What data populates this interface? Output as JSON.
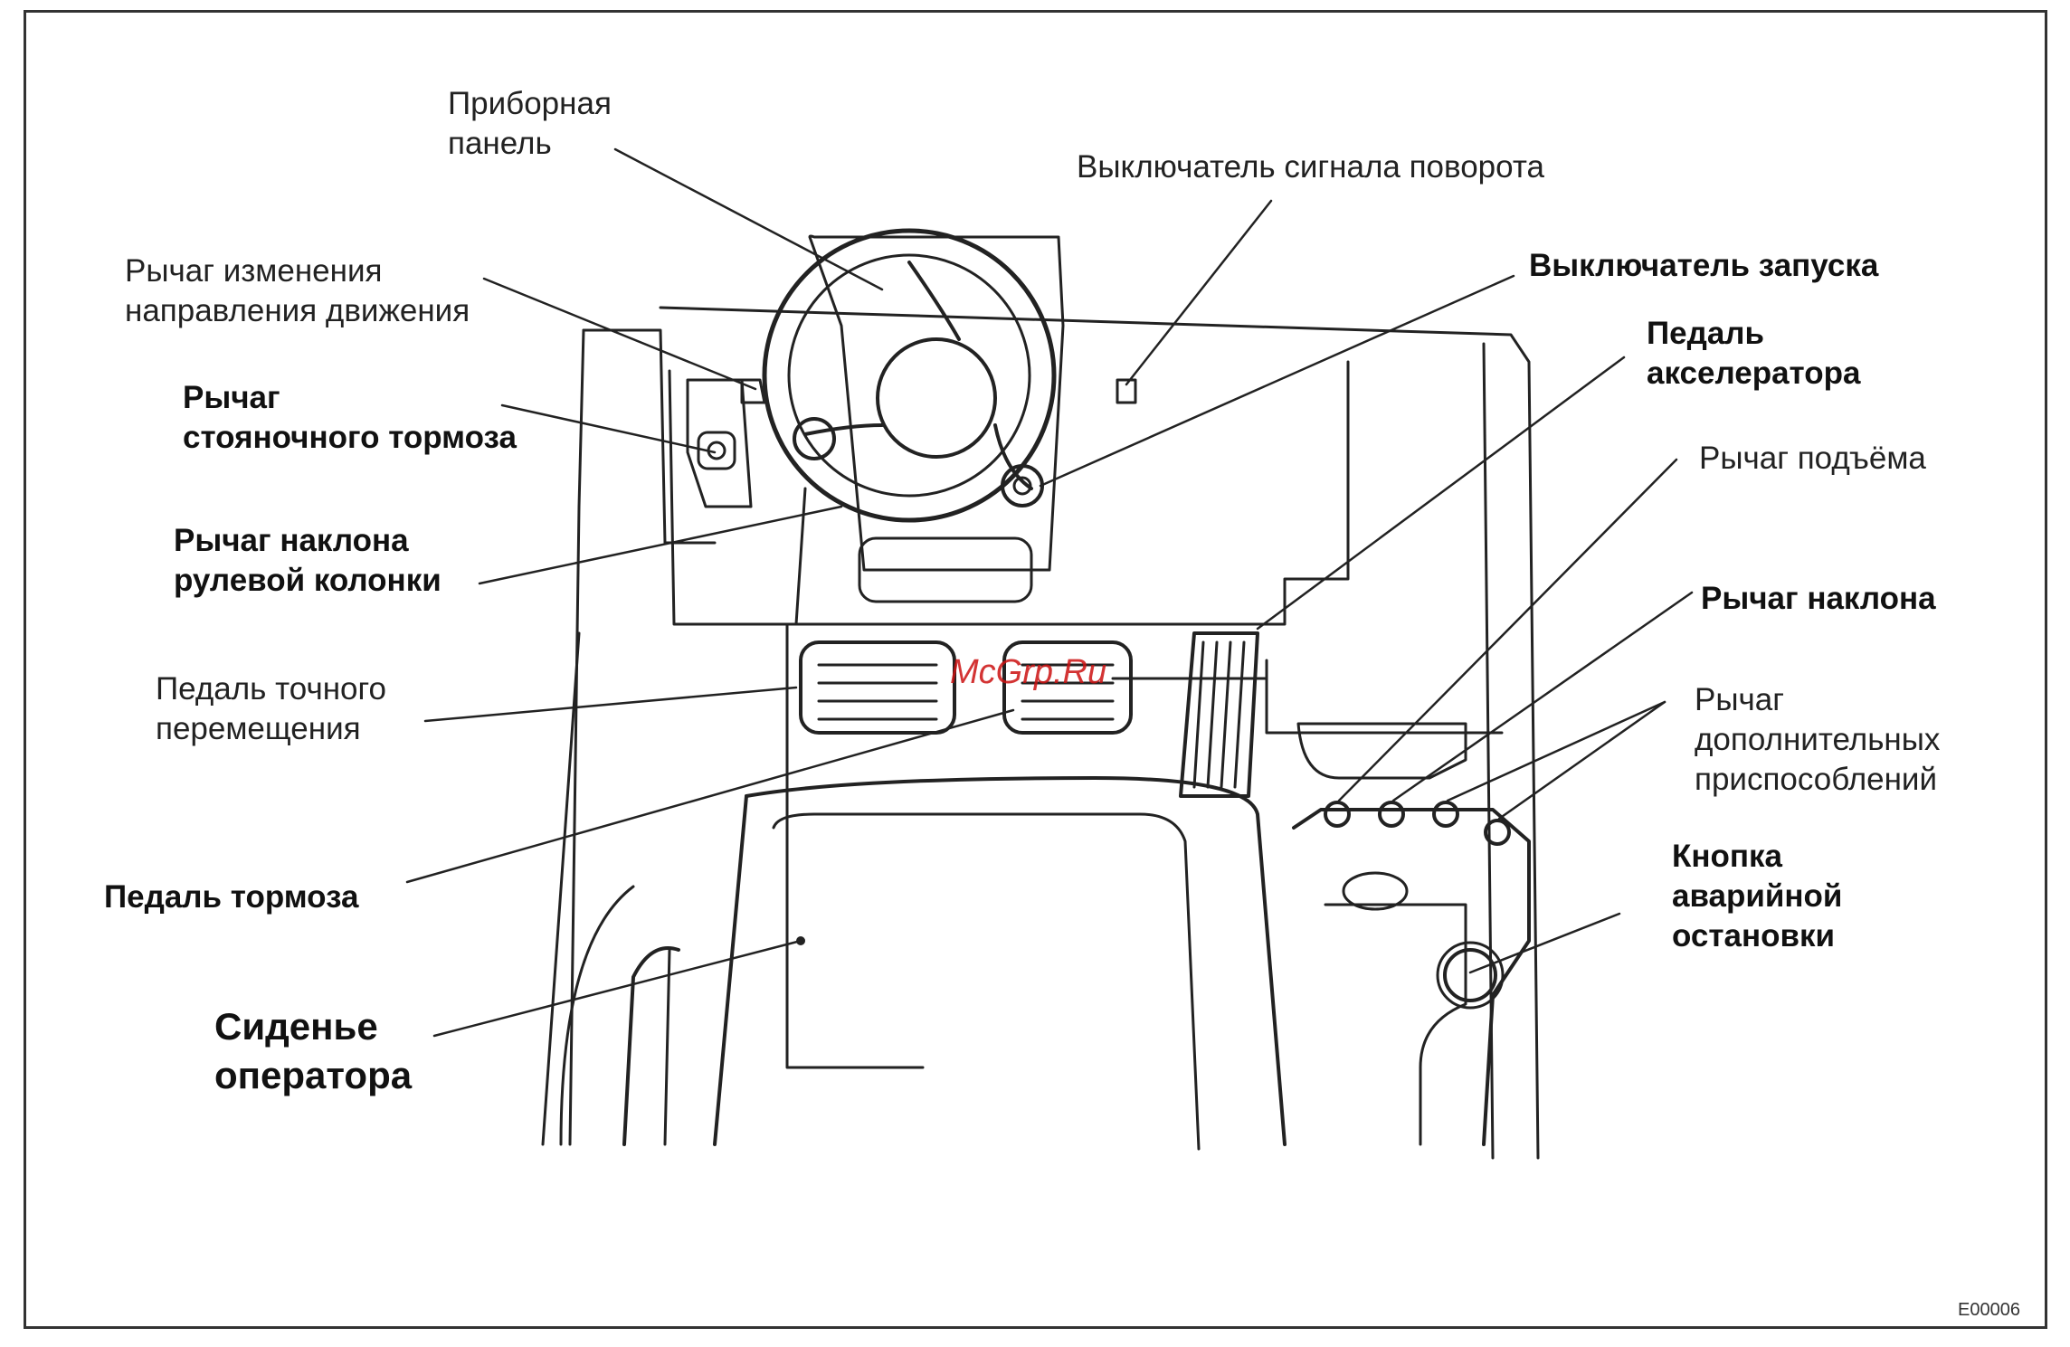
{
  "diagram": {
    "labels": {
      "dashboard": [
        "Приборная",
        "панель"
      ],
      "turn_signal_switch": [
        "Выключатель сигнала поворота"
      ],
      "direction_lever": [
        "Рычаг изменения",
        "направления движения"
      ],
      "start_switch": [
        "Выключатель запуска"
      ],
      "parking_brake_lever": [
        "Рычаг",
        "стояночного тормоза"
      ],
      "accelerator_pedal": [
        "Педаль",
        "акселератора"
      ],
      "lift_lever": [
        "Рычаг подъёма"
      ],
      "steering_tilt_lever": [
        "Рычаг наклона",
        "рулевой колонки"
      ],
      "tilt_lever": [
        "Рычаг наклона"
      ],
      "inching_pedal": [
        "Педаль точного",
        "перемещения"
      ],
      "attachment_lever": [
        "Рычаг",
        "дополнительных",
        "приспособлений"
      ],
      "emergency_stop_button": [
        "Кнопка",
        "аварийной",
        "остановки"
      ],
      "brake_pedal": [
        "Педаль тормоза"
      ],
      "operator_seat": [
        "Сиденье",
        "оператора"
      ]
    },
    "watermark": "McGrp.Ru",
    "figure_code": "E00006"
  },
  "colors": {
    "line": "#222222",
    "watermark": "#cc1111",
    "background": "#ffffff"
  }
}
